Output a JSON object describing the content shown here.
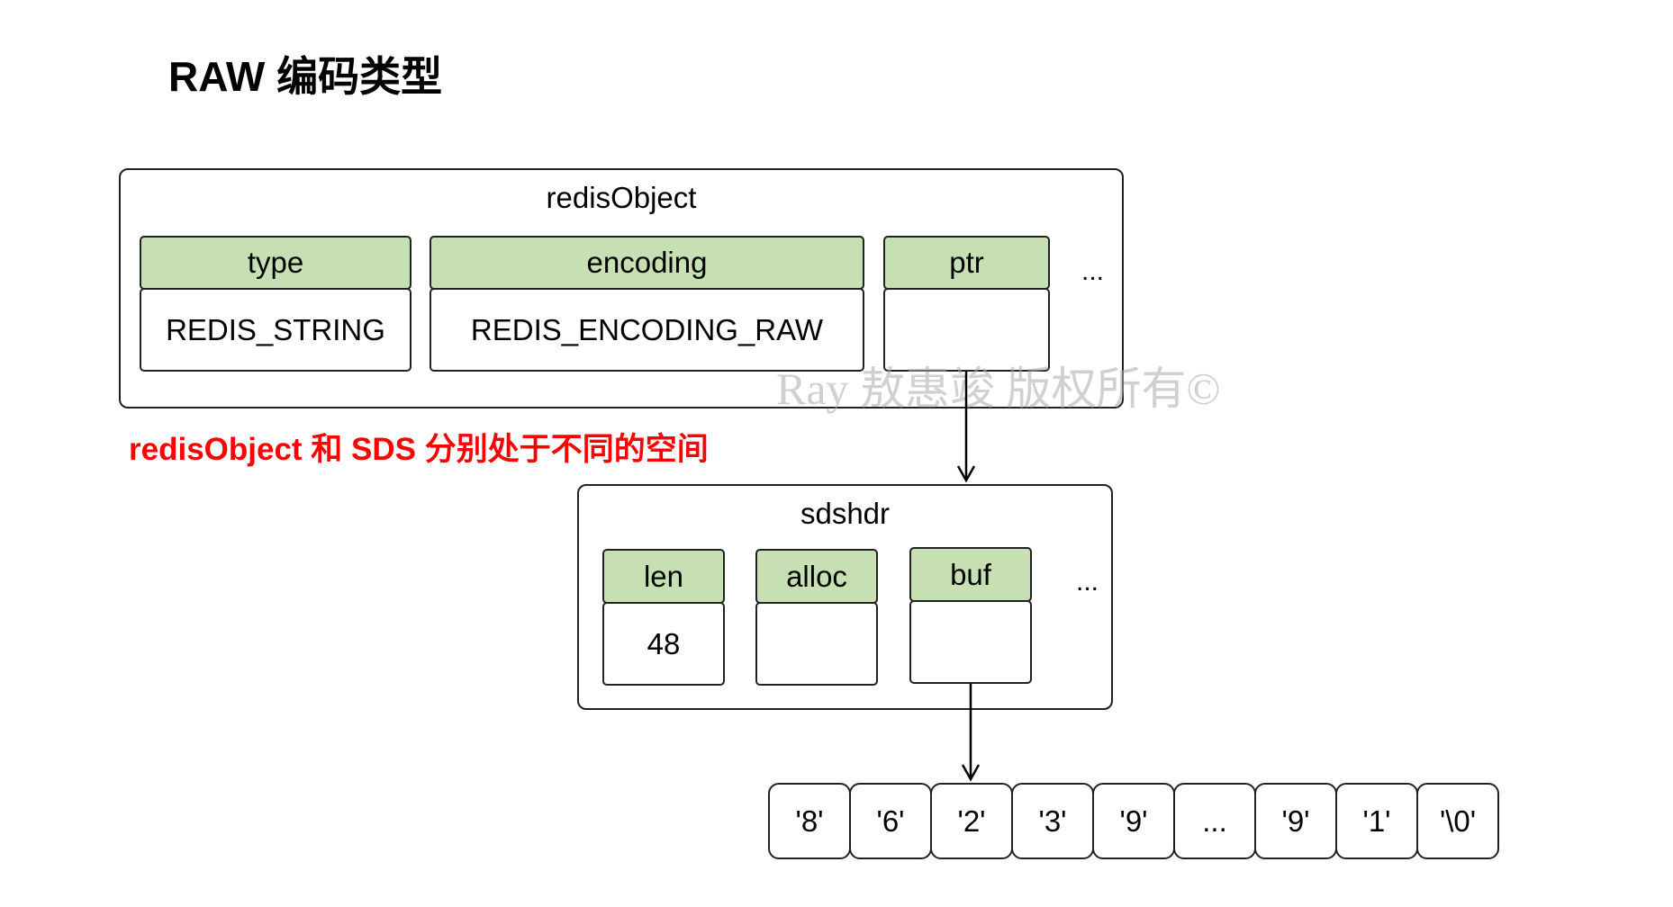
{
  "title": "RAW 编码类型",
  "redis_object": {
    "label": "redisObject",
    "fields": [
      {
        "name": "type",
        "value": "REDIS_STRING"
      },
      {
        "name": "encoding",
        "value": "REDIS_ENCODING_RAW"
      },
      {
        "name": "ptr",
        "value": ""
      }
    ],
    "ellipsis": "..."
  },
  "note": "redisObject 和 SDS 分别处于不同的空间",
  "watermark": "Ray 敖惠竣 版权所有©",
  "sdshdr": {
    "label": "sdshdr",
    "fields": [
      {
        "name": "len",
        "value": "48"
      },
      {
        "name": "alloc",
        "value": ""
      },
      {
        "name": "buf",
        "value": ""
      }
    ],
    "ellipsis": "..."
  },
  "buffer": [
    "'8'",
    "'6'",
    "'2'",
    "'3'",
    "'9'",
    "...",
    "'9'",
    "'1'",
    "'\\0'"
  ],
  "colors": {
    "field_header": "#c6e0b4",
    "note": "#ff0000",
    "border": "#222222"
  }
}
